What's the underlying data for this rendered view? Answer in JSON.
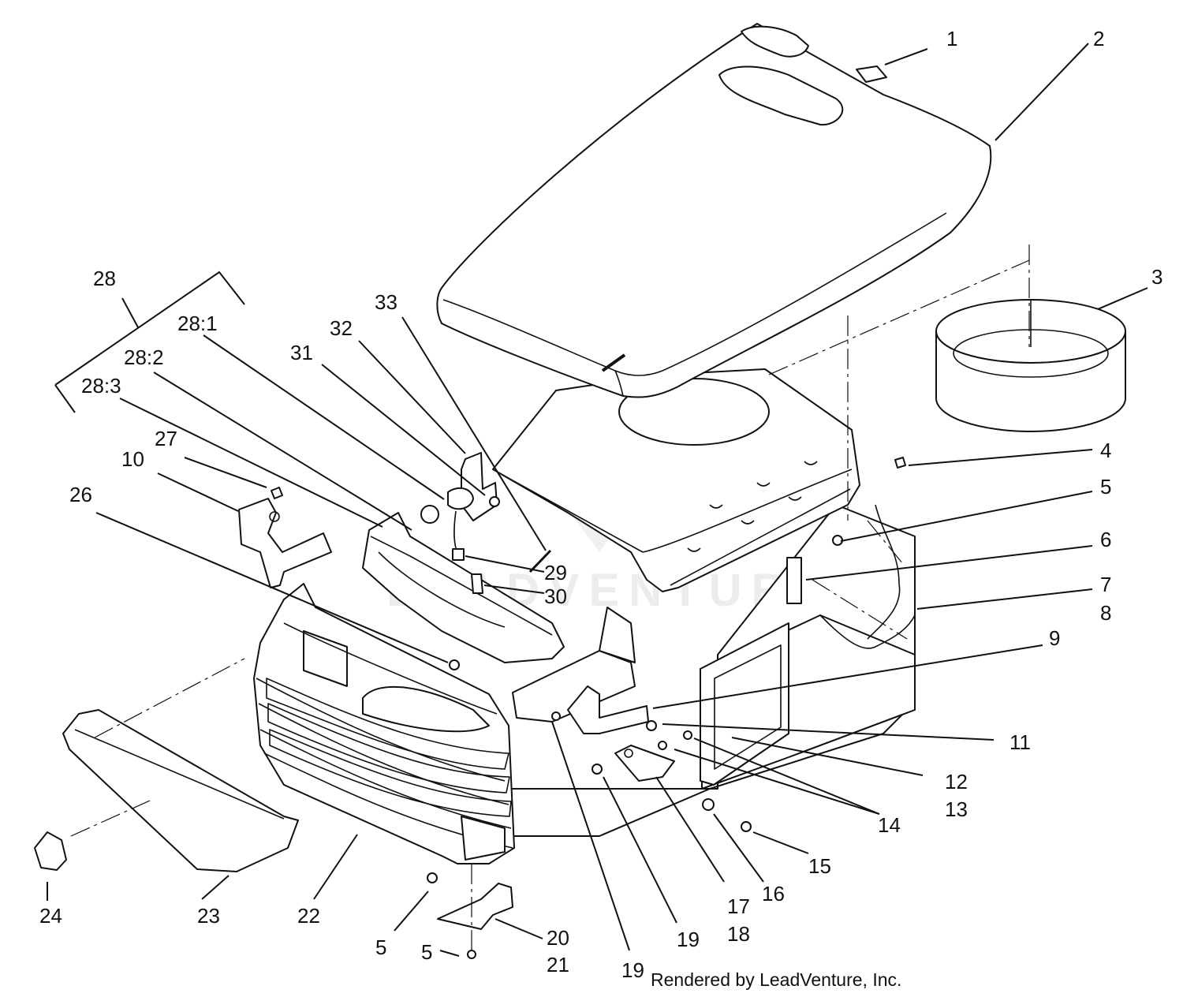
{
  "labels": {
    "l1": "1",
    "l2": "2",
    "l3": "3",
    "l4": "4",
    "l5a": "5",
    "l5b": "5",
    "l5c": "5",
    "l6": "6",
    "l7": "7",
    "l8": "8",
    "l9": "9",
    "l10": "10",
    "l11": "11",
    "l12": "12",
    "l13": "13",
    "l14": "14",
    "l15": "15",
    "l16": "16",
    "l17": "17",
    "l18": "18",
    "l19a": "19",
    "l19b": "19",
    "l20": "20",
    "l21": "21",
    "l22": "22",
    "l23": "23",
    "l24": "24",
    "l26": "26",
    "l27": "27",
    "l28": "28",
    "l28_1": "28:1",
    "l28_2": "28:2",
    "l28_3": "28:3",
    "l29": "29",
    "l30": "30",
    "l31": "31",
    "l32": "32",
    "l33": "33"
  },
  "credit": "Rendered by LeadVenture, Inc.",
  "watermark": "LEADVENTURE"
}
